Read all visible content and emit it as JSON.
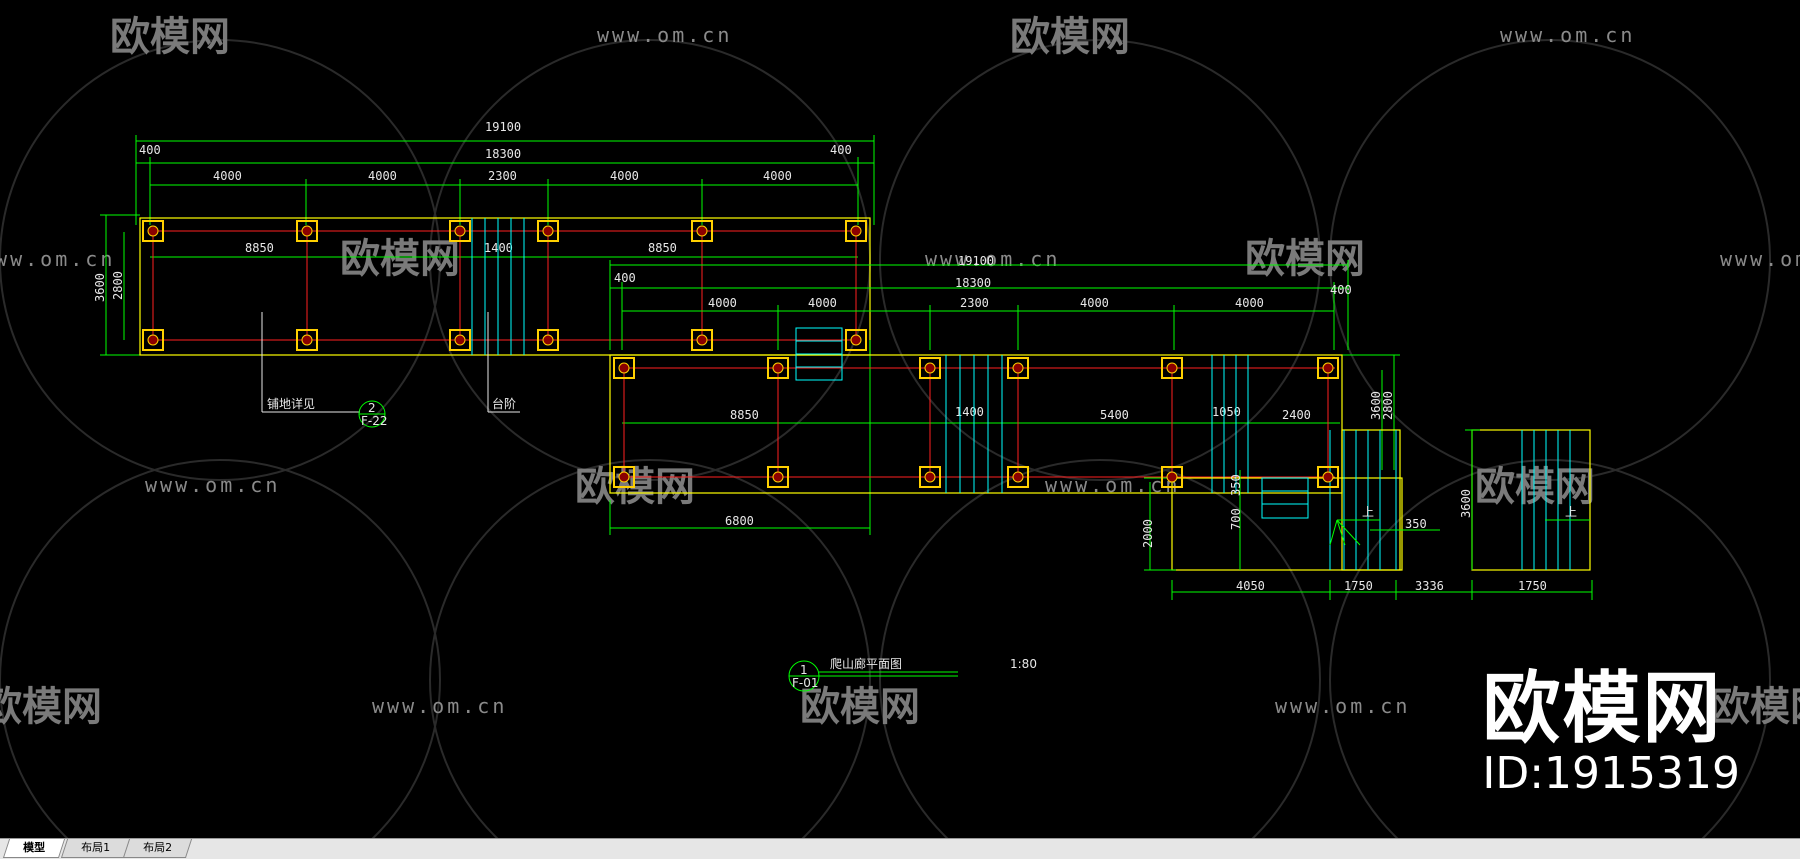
{
  "watermark": {
    "logo_text": "欧模网",
    "url_text": "www.om.cn"
  },
  "brand": {
    "name": "欧模网",
    "id_label": "ID:1915319"
  },
  "drawing": {
    "top_plan": {
      "dims_outer": [
        "19100"
      ],
      "dims_row2": [
        "400",
        "18300",
        "400"
      ],
      "dims_row3": [
        "4000",
        "4000",
        "2300",
        "4000",
        "4000"
      ],
      "dims_inner": [
        "8850",
        "1400",
        "8850"
      ],
      "dims_left": [
        "3600",
        "2800"
      ]
    },
    "bottom_plan": {
      "dims_outer": [
        "19100"
      ],
      "dims_row2": [
        "400",
        "18300",
        "400"
      ],
      "dims_row3": [
        "4000",
        "4000",
        "2300",
        "4000",
        "4000"
      ],
      "dims_inner": [
        "8850",
        "1400",
        "5400",
        "1050",
        "2400"
      ],
      "dims_below": [
        "6800"
      ],
      "dims_right": [
        "2800",
        "3600"
      ]
    },
    "stairs": {
      "dims_left": [
        "2000",
        "700",
        "350"
      ],
      "dims_bottom": [
        "4050",
        "1750",
        "3336",
        "1750"
      ],
      "dims_misc": [
        "350",
        "3600"
      ],
      "up_marks": [
        "上",
        "上"
      ]
    },
    "notes": {
      "paving": "铺地详见",
      "steps": "台阶"
    },
    "callouts": [
      {
        "number": "2",
        "sheet": "F-22"
      },
      {
        "number": "1",
        "sheet": "F-01"
      }
    ],
    "title": {
      "text": "爬山廊平面图",
      "scale": "1:80"
    }
  },
  "tabs": [
    {
      "label": "模型",
      "active": true
    },
    {
      "label": "布局1",
      "active": false
    },
    {
      "label": "布局2",
      "active": false
    }
  ],
  "colors": {
    "background": "#000000",
    "dimension": "#00ff00",
    "wall": "#ffff00",
    "axis": "#ff0000",
    "step": "#00ffff",
    "column": "#ffd000"
  }
}
